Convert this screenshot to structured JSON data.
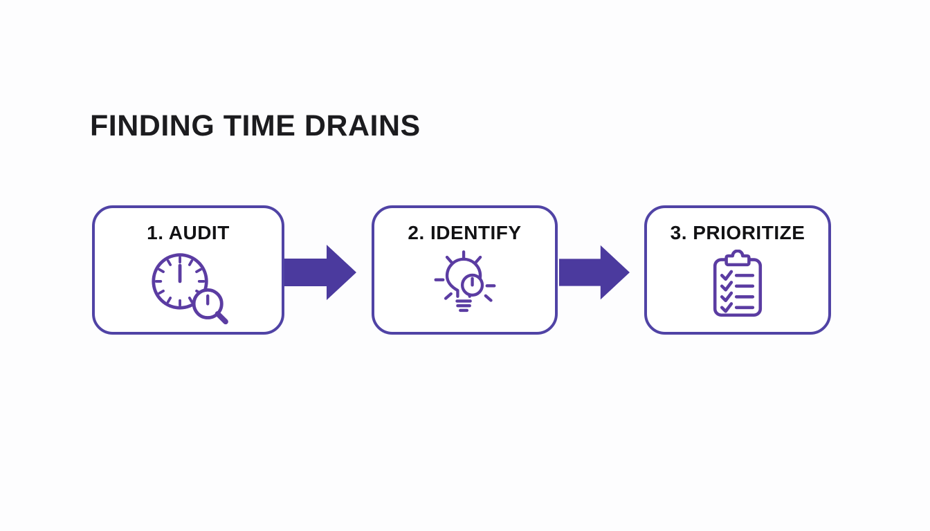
{
  "title": "FINDING TIME DRAINS",
  "colors": {
    "accent_purple": "#4b3a9e",
    "border_purple": "#5043a5",
    "icon_purple": "#5b3ca2",
    "text_dark": "#1c1c1f",
    "background": "#fdfdfe"
  },
  "steps": [
    {
      "label": "1. AUDIT",
      "icon": "clock-magnifier-icon"
    },
    {
      "label": "2. IDENTIFY",
      "icon": "lightbulb-clock-icon"
    },
    {
      "label": "3. PRIORITIZE",
      "icon": "checklist-clipboard-icon"
    }
  ],
  "connectors": [
    {
      "icon": "arrow-right-icon"
    },
    {
      "icon": "arrow-right-icon"
    }
  ]
}
